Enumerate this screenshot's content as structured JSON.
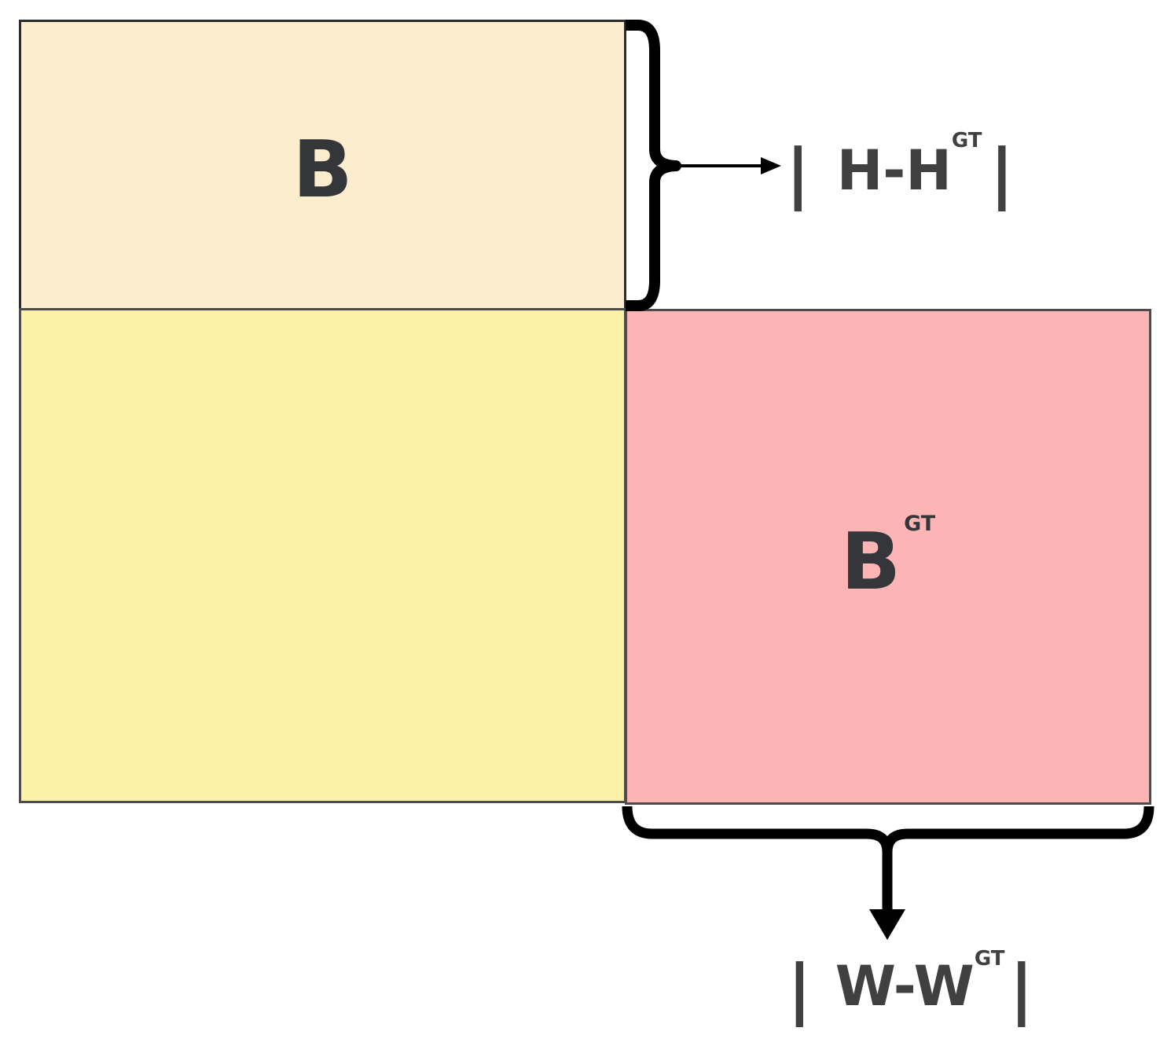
{
  "diagram": {
    "matrices": {
      "b": {
        "label": "B",
        "fill": "#fcedcf"
      },
      "w": {
        "fill": "#fdf1a7"
      },
      "b_gt": {
        "label": "B",
        "superscript": "GT",
        "fill": "#fdb4b5"
      }
    },
    "formulas": {
      "h": {
        "open_bar": "|",
        "main": "H-H",
        "superscript": "GT",
        "close_bar": "|"
      },
      "w": {
        "open_bar": "|",
        "main": "W-W",
        "superscript": "GT",
        "close_bar": "|"
      }
    },
    "colors": {
      "brace": "#000000",
      "formula_text": "#404040",
      "matrix_label": "#35363a",
      "b_border": "#2b2b2b",
      "w_border": "#4c4c4c",
      "b_gt_border": "#4c4c4c"
    }
  }
}
